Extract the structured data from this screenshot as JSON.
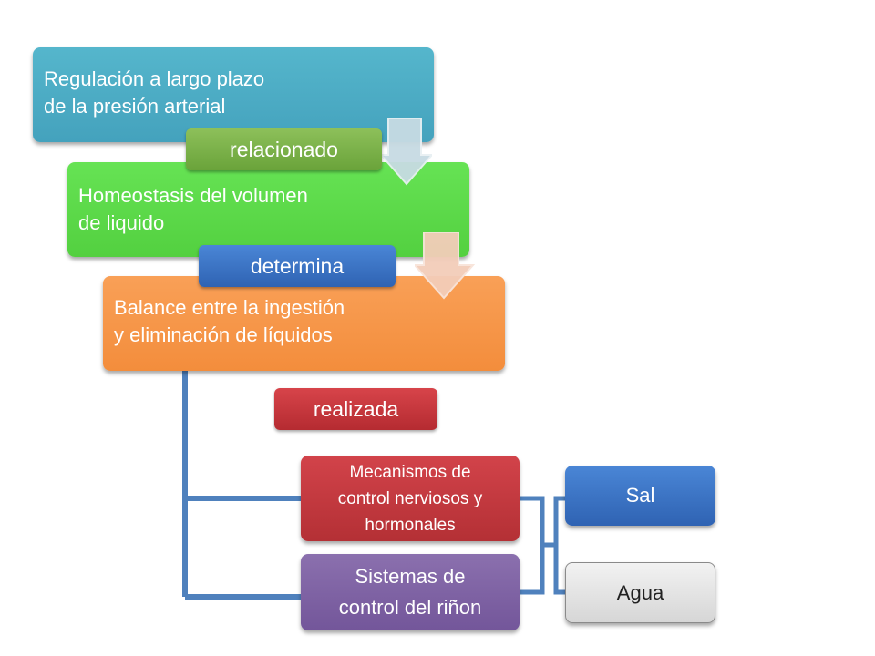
{
  "boxes": {
    "regulacion": "Regulación a largo plazo\nde la presión arterial",
    "homeostasis": "Homeostasis del volumen\nde liquido",
    "balance": "Balance entre la ingestión\ny eliminación de líquidos",
    "mecanismos": "Mecanismos de\ncontrol nerviosos y\nhormonales",
    "sistemas": "Sistemas de\ncontrol del riñon",
    "sal": "Sal",
    "agua": "Agua"
  },
  "connectors": {
    "relacionado": "relacionado",
    "determina": "determina",
    "realizada": "realizada"
  },
  "colors": {
    "blue": "#4bacc6",
    "green": "#5ddc4a",
    "orange": "#f79646",
    "red": "#c0373a",
    "purple": "#8064a2",
    "darkblue": "#3f78c8",
    "gray": "#e0e0e0",
    "connector_line": "#4f81bd"
  }
}
